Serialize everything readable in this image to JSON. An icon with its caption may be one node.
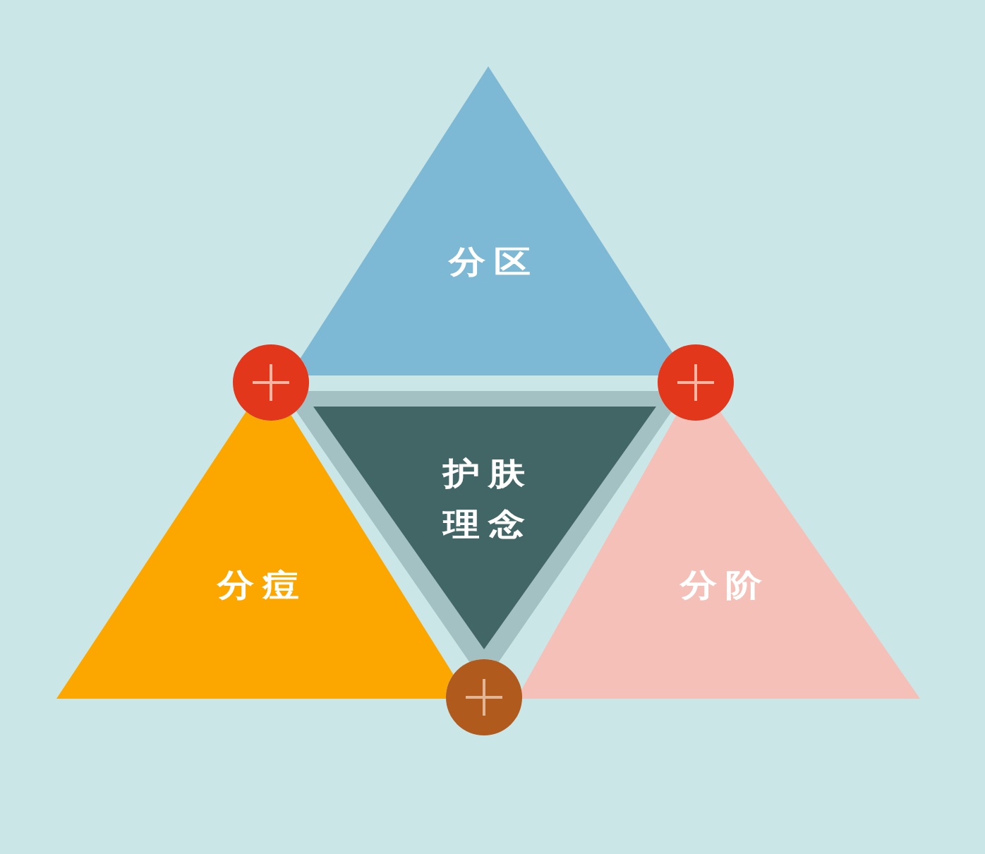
{
  "diagram": {
    "nodes": [
      {
        "text": [
          "分区"
        ]
      },
      {
        "text": [
          "分痘"
        ]
      },
      {
        "text": [
          "护肤理念"
        ]
      },
      {
        "text": [
          "分阶"
        ]
      }
    ]
  }
}
